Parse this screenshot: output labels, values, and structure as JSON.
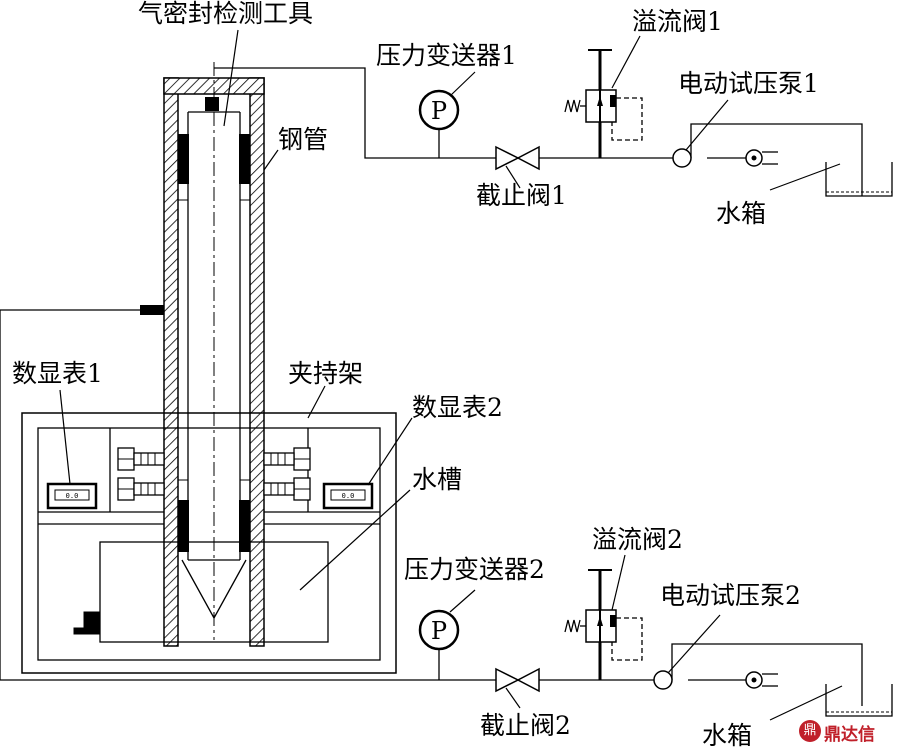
{
  "labels": {
    "tool": "气密封检测工具",
    "steel_pipe": "钢管",
    "transmitter1": "压力变送器1",
    "relief1": "溢流阀1",
    "pump1": "电动试压泵1",
    "stop1": "截止阀1",
    "tank1": "水箱",
    "display1": "数显表1",
    "clamp": "夹持架",
    "display2": "数显表2",
    "trough": "水槽",
    "relief2": "溢流阀2",
    "transmitter2": "压力变送器2",
    "pump2": "电动试压泵2",
    "stop2": "截止阀2",
    "tank2": "水箱"
  },
  "gauge_symbol": "P",
  "display_reading_1": "0.0",
  "display_reading_2": "0.0",
  "watermark": {
    "glyph": "鼎",
    "text": "鼎达信",
    "color": "#c0202a"
  }
}
